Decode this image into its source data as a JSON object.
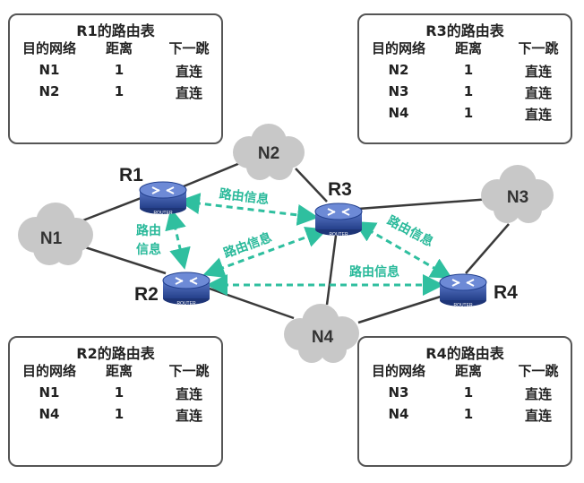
{
  "tables": [
    {
      "id": "r1",
      "title": "R1的路由表",
      "headers": [
        "目的网络",
        "距离",
        "下一跳"
      ],
      "rows": [
        [
          "N1",
          "1",
          "直连"
        ],
        [
          "N2",
          "1",
          "直连"
        ]
      ]
    },
    {
      "id": "r3",
      "title": "R3的路由表",
      "headers": [
        "目的网络",
        "距离",
        "下一跳"
      ],
      "rows": [
        [
          "N2",
          "1",
          "直连"
        ],
        [
          "N3",
          "1",
          "直连"
        ],
        [
          "N4",
          "1",
          "直连"
        ]
      ]
    },
    {
      "id": "r2",
      "title": "R2的路由表",
      "headers": [
        "目的网络",
        "距离",
        "下一跳"
      ],
      "rows": [
        [
          "N1",
          "1",
          "直连"
        ],
        [
          "N4",
          "1",
          "直连"
        ]
      ]
    },
    {
      "id": "r4",
      "title": "R4的路由表",
      "headers": [
        "目的网络",
        "距离",
        "下一跳"
      ],
      "rows": [
        [
          "N3",
          "1",
          "直连"
        ],
        [
          "N4",
          "1",
          "直连"
        ]
      ]
    }
  ],
  "routers": {
    "r1": "R1",
    "r2": "R2",
    "r3": "R3",
    "r4": "R4",
    "badge": "ROUTER"
  },
  "networks": {
    "n1": "N1",
    "n2": "N2",
    "n3": "N3",
    "n4": "N4"
  },
  "routing_info": {
    "text": "路由信息",
    "line1": "路由",
    "line2": "信息"
  },
  "colors": {
    "link": "#3a3a3a",
    "arrow": "#2fbf9f",
    "label": "#29b99a",
    "cloud": "#c8c8c8",
    "router": "#2f4d9e"
  }
}
